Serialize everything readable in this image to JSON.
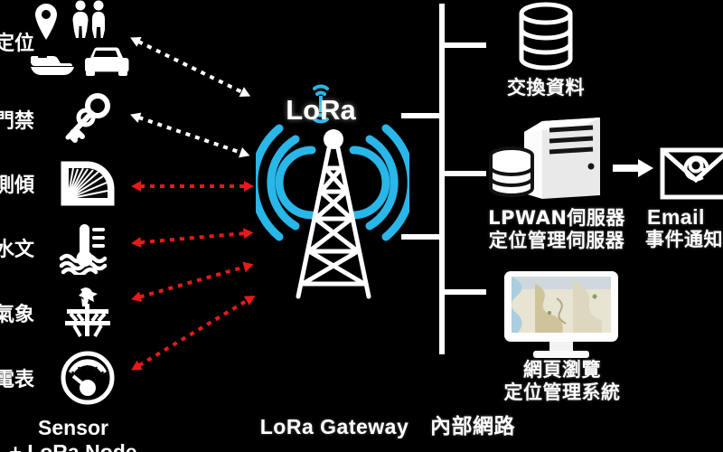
{
  "diagram": {
    "background_color": "#000000",
    "accent_blue": "#29b6e8",
    "arrow_red": "#e41b18",
    "arrow_white": "#ffffff"
  },
  "left_column": {
    "group_label": "Sensor",
    "group_label_sub": "+ LoRa Node",
    "rows": [
      {
        "label": "定位",
        "icons": [
          "map-pin-icon",
          "people-icon",
          "boat-icon",
          "car-icon"
        ]
      },
      {
        "label": "門禁",
        "icons": [
          "key-icon"
        ]
      },
      {
        "label": "測傾",
        "icons": [
          "inclinometer-icon"
        ]
      },
      {
        "label": "水文",
        "icons": [
          "water-thermometer-icon"
        ]
      },
      {
        "label": "氣象",
        "icons": [
          "weather-vane-icon"
        ]
      },
      {
        "label": "電表",
        "icons": [
          "meter-gauge-icon"
        ]
      }
    ]
  },
  "links": [
    {
      "name": "link-positioning",
      "color": "#ffffff",
      "style": "dotted",
      "direction": "bidirectional"
    },
    {
      "name": "link-access",
      "color": "#ffffff",
      "style": "dotted",
      "direction": "bidirectional"
    },
    {
      "name": "link-tilt",
      "color": "#e41b18",
      "style": "dotted",
      "direction": "bidirectional"
    },
    {
      "name": "link-hydro",
      "color": "#e41b18",
      "style": "dotted",
      "direction": "bidirectional"
    },
    {
      "name": "link-weather",
      "color": "#e41b18",
      "style": "dotted",
      "direction": "bidirectional"
    },
    {
      "name": "link-meter",
      "color": "#e41b18",
      "style": "dotted",
      "direction": "bidirectional"
    }
  ],
  "gateway": {
    "logo_text": "LoRa",
    "label": "LoRa Gateway",
    "icon": "radio-tower-icon",
    "wave_color": "#29b6e8"
  },
  "network": {
    "label": "內部網路",
    "bus_name": "internal-network-bus"
  },
  "nodes": [
    {
      "name": "database-node",
      "icon": "database-icon",
      "title": "交換資料",
      "subtitle": ""
    },
    {
      "name": "lpwan-server-node",
      "icon": "server-icon",
      "title": "LPWAN伺服器",
      "subtitle": "定位管理伺服器"
    },
    {
      "name": "web-browser-node",
      "icon": "monitor-map-icon",
      "title": "網頁瀏覽",
      "subtitle": "定位管理系統"
    }
  ],
  "email": {
    "name": "email-node",
    "icon": "envelope-at-icon",
    "title": "Email",
    "subtitle": "事件通知",
    "arrow": "arrow-right-icon"
  }
}
